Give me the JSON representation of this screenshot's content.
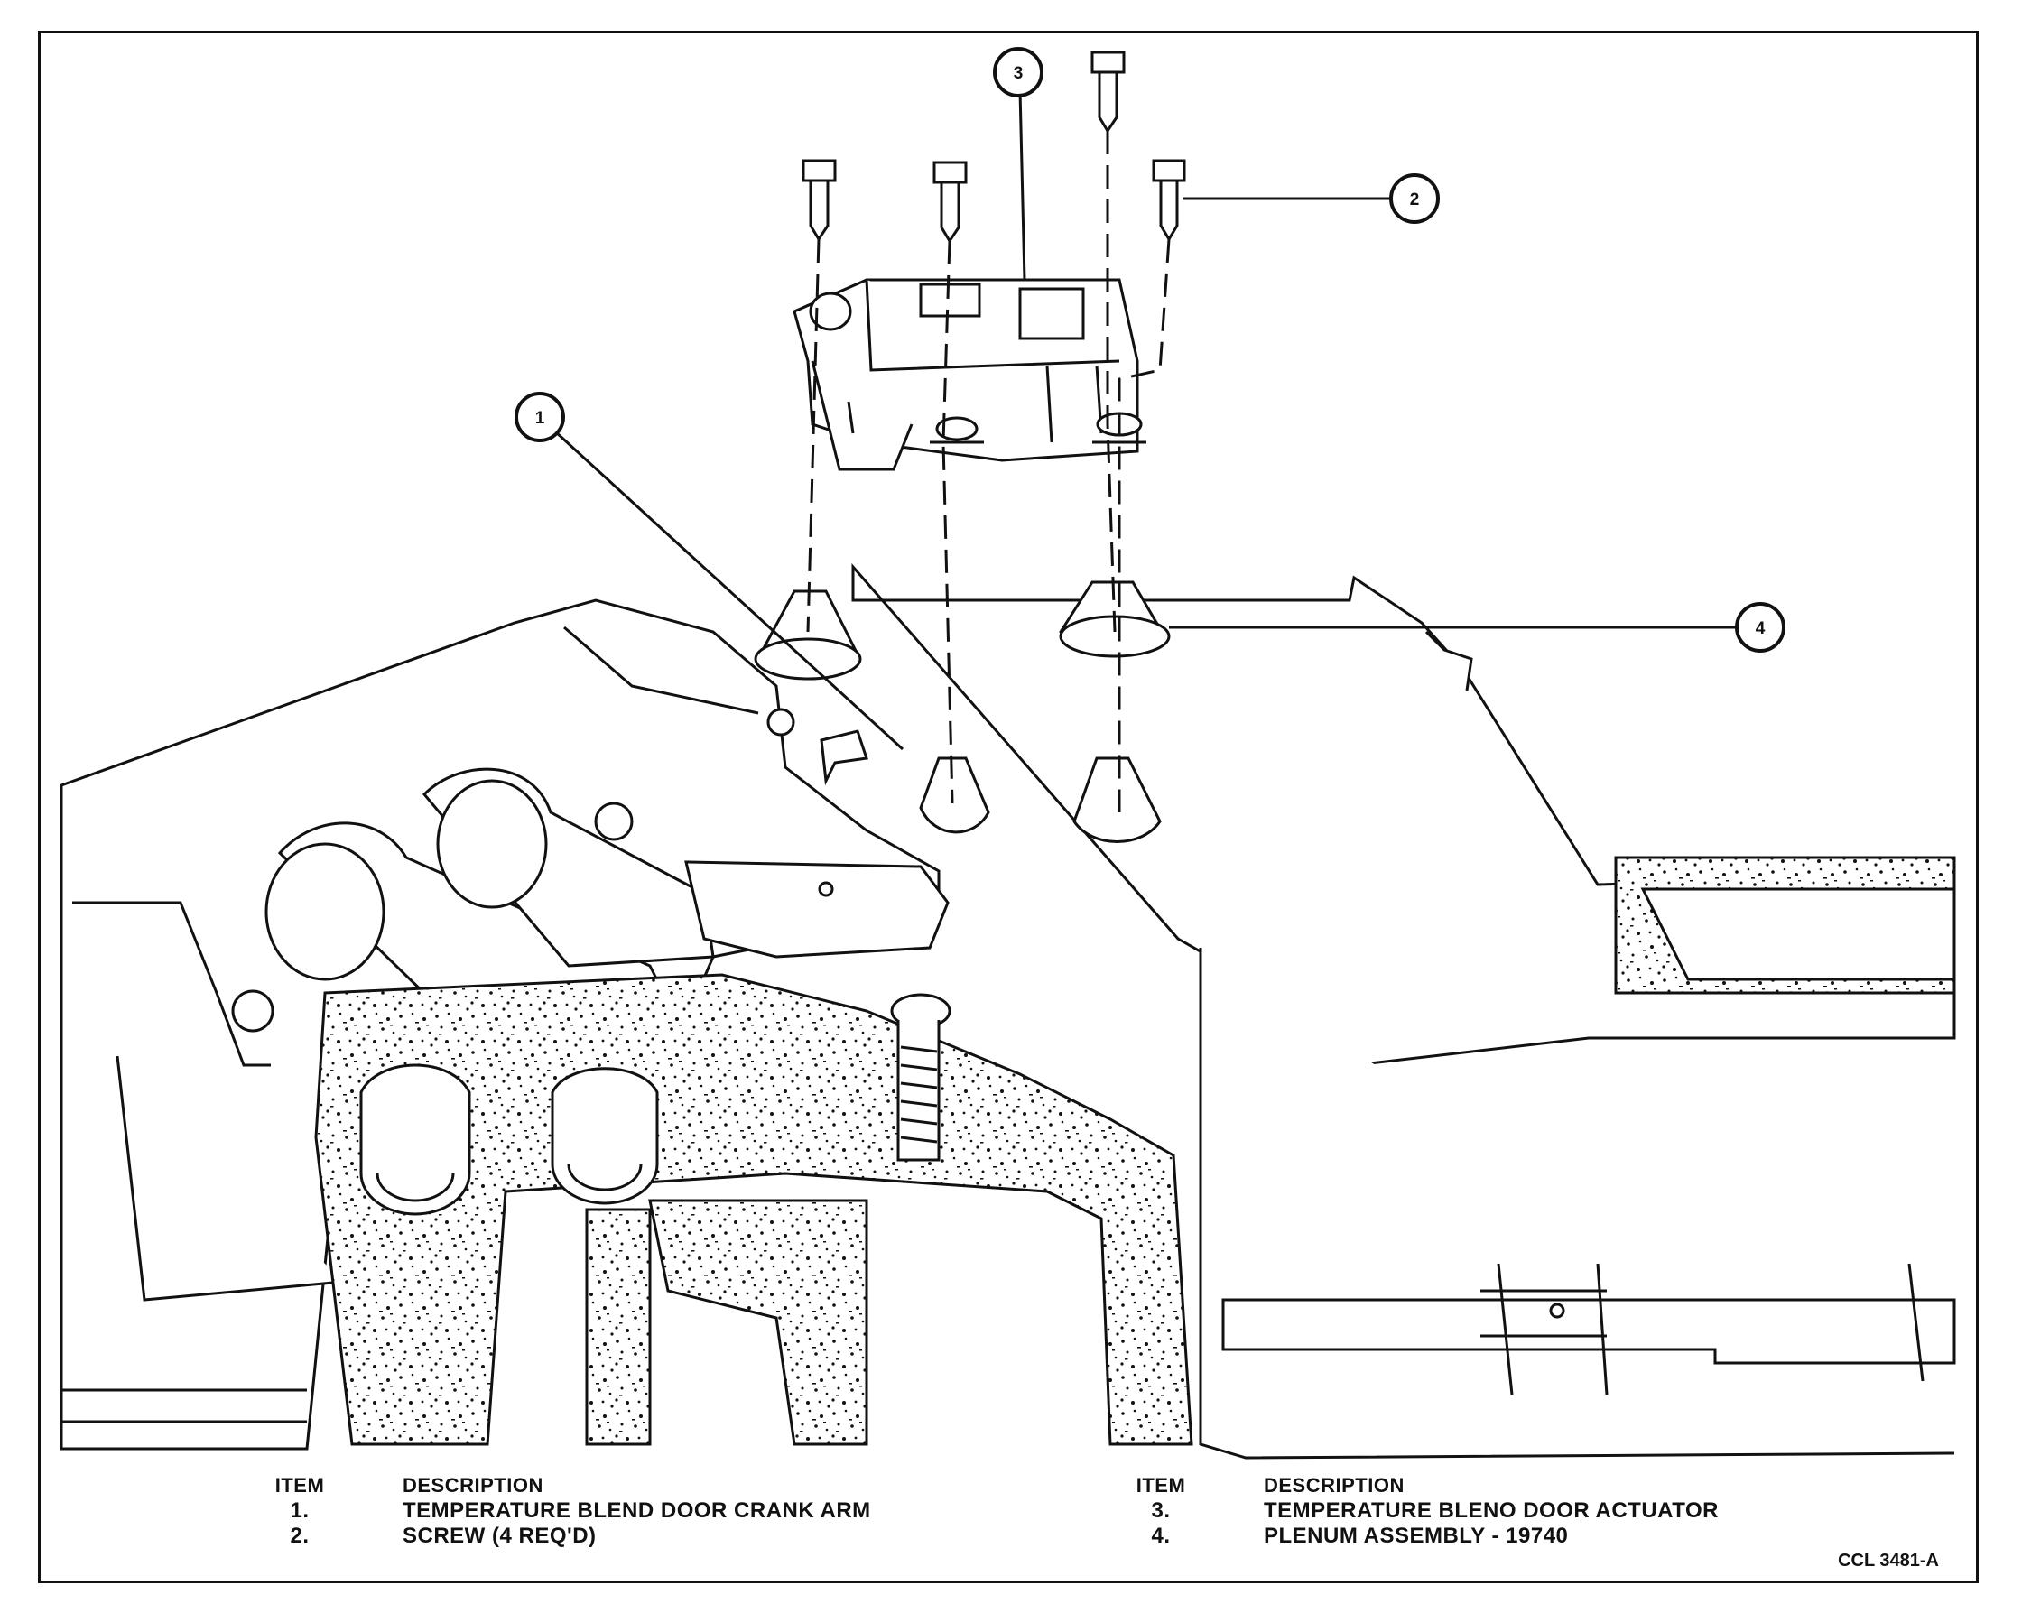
{
  "callouts": [
    {
      "number": "1"
    },
    {
      "number": "2"
    },
    {
      "number": "3"
    },
    {
      "number": "4"
    }
  ],
  "legend": {
    "item_header": "ITEM",
    "description_header": "DESCRIPTION",
    "left": [
      {
        "item": "1.",
        "description": "TEMPERATURE BLEND DOOR CRANK ARM"
      },
      {
        "item": "2.",
        "description": "SCREW (4 REQ'D)"
      }
    ],
    "right": [
      {
        "item": "3.",
        "description": "TEMPERATURE BLENO DOOR ACTUATOR"
      },
      {
        "item": "4.",
        "description": "PLENUM ASSEMBLY - 19740"
      }
    ]
  },
  "reference_code": "CCL 3481-A"
}
